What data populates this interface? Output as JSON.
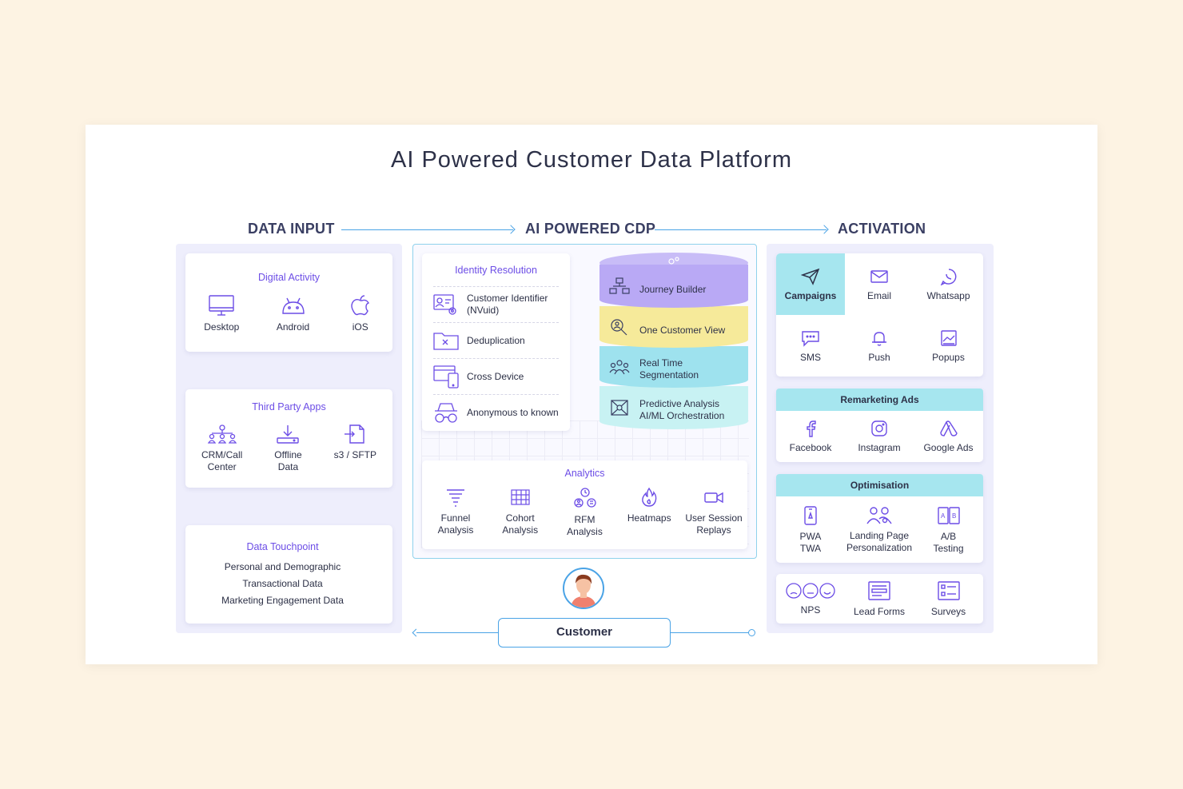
{
  "title": "AI Powered Customer Data Platform",
  "sections": {
    "data_input": "DATA INPUT",
    "cdp": "AI POWERED CDP",
    "activation": "ACTIVATION"
  },
  "data_input": {
    "digital_activity": {
      "title": "Digital Activity",
      "items": [
        "Desktop",
        "Android",
        "iOS"
      ]
    },
    "third_party": {
      "title": "Third Party Apps",
      "items": [
        [
          "CRM/Call",
          "Center"
        ],
        [
          "Offline",
          "Data"
        ],
        [
          "s3 / SFTP"
        ]
      ]
    },
    "touchpoint": {
      "title": "Data Touchpoint",
      "lines": [
        "Personal and Demographic",
        "Transactional Data",
        "Marketing Engagement Data"
      ]
    }
  },
  "cdp": {
    "identity": {
      "title": "Identity Resolution",
      "rows": [
        [
          "Customer Identifier",
          "(NVuid)"
        ],
        [
          "Deduplication"
        ],
        [
          "Cross Device"
        ],
        [
          "Anonymous to known"
        ]
      ]
    },
    "layers": [
      {
        "lines": [
          "Journey Builder"
        ],
        "color": "#b9a9f5"
      },
      {
        "lines": [
          "One Customer View"
        ],
        "color": "#f6ea9a"
      },
      {
        "lines": [
          "Real Time",
          "Segmentation"
        ],
        "color": "#9ee2ee"
      },
      {
        "lines": [
          "Predictive Analysis",
          "AI/ML Orchestration"
        ],
        "color": "#c8f2f3"
      }
    ],
    "analytics": {
      "title": "Analytics",
      "items": [
        [
          "Funnel",
          "Analysis"
        ],
        [
          "Cohort",
          "Analysis"
        ],
        [
          "RFM",
          "Analysis"
        ],
        [
          "Heatmaps"
        ],
        [
          "User Session",
          "Replays"
        ]
      ]
    }
  },
  "activation": {
    "channels": [
      "Campaigns",
      "Email",
      "Whatsapp",
      "SMS",
      "Push",
      "Popups"
    ],
    "remarketing": {
      "title": "Remarketing Ads",
      "items": [
        "Facebook",
        "Instagram",
        "Google Ads"
      ]
    },
    "optimisation": {
      "title": "Optimisation",
      "items": [
        [
          "PWA",
          "TWA"
        ],
        [
          "Landing Page",
          "Personalization"
        ],
        [
          "A/B",
          "Testing"
        ]
      ]
    },
    "engagement": [
      "NPS",
      "Lead Forms",
      "Surveys"
    ]
  },
  "customer": {
    "label": "Customer"
  },
  "colors": {
    "accent": "#6c4de6",
    "arrow": "#4aa3e6",
    "cyan": "#a6e6ef",
    "panel": "#eeeefc",
    "background": "#fdf3e3"
  }
}
